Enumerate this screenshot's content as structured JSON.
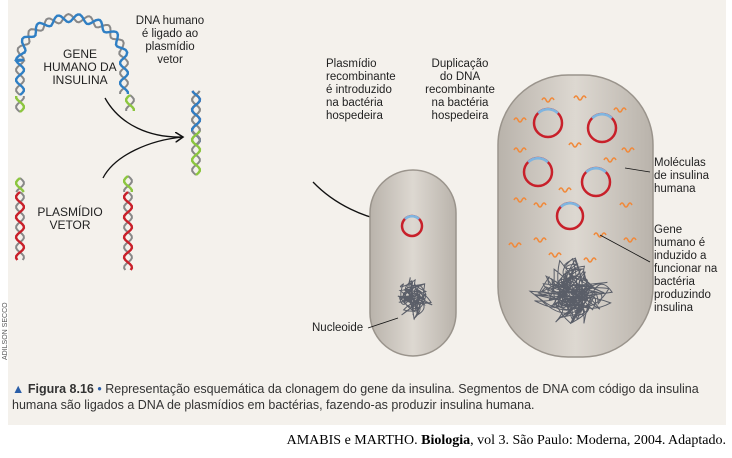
{
  "labels": {
    "gene": "GENE HUMANO DA INSULINA",
    "gene_lines": [
      "GENE",
      "HUMANO DA",
      "INSULINA"
    ],
    "plasmid_lines": [
      "PLASMÍDIO",
      "VETOR"
    ],
    "step1_lines": [
      "DNA humano",
      "é ligado ao",
      "plasmídio",
      "vetor"
    ],
    "step2_lines": [
      "Plasmídio",
      "recombinante",
      "é introduzido",
      "na bactéria",
      "hospedeira"
    ],
    "step3_lines": [
      "Duplicação",
      "do DNA",
      "recombinante",
      "na bactéria",
      "hospedeira"
    ],
    "molecules_lines": [
      "Moléculas",
      "de insulina",
      "humana"
    ],
    "gene_induced_lines": [
      "Gene",
      "humano é",
      "induzido a",
      "funcionar na",
      "bactéria",
      "produzindo",
      "insulina"
    ],
    "nucleoid": "Nucleoide",
    "credit": "ADILSON SECCO"
  },
  "caption": {
    "figure": "Figura 8.16",
    "bullet": "•",
    "text": "Representação esquemática da clonagem do gene da insulina. Segmentos de DNA com código da insulina humana são ligados a DNA de plasmídios em bactérias, fazendo-as produzir insulina humana."
  },
  "citation": {
    "authors": "AMABIS e MARTHO.",
    "title": "Biologia",
    "rest": ", vol 3. São Paulo: Moderna, 2004. Adaptado."
  },
  "colors": {
    "human_dna": "#2f7fc4",
    "plasmid_dna": "#c8202a",
    "sticky_end": "#8cc63f",
    "bacterium": "#c9c4bd",
    "insulin": "#f08a3c"
  }
}
